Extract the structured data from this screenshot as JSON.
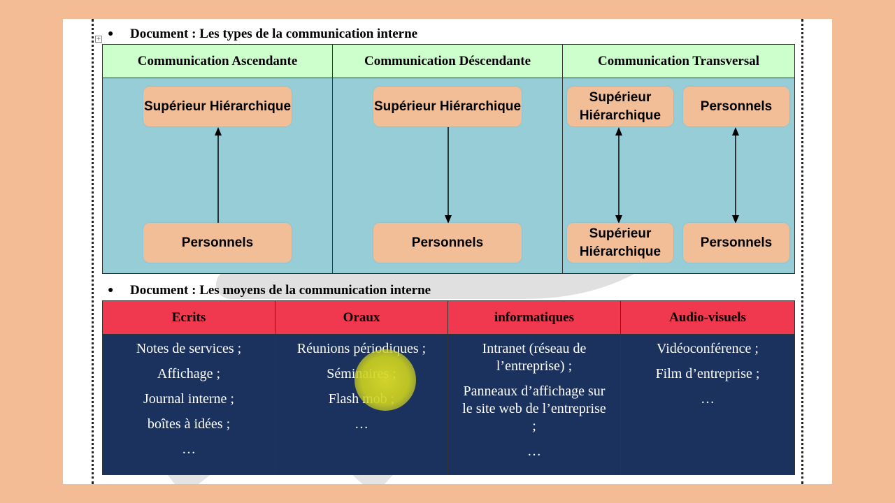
{
  "section1": {
    "heading": "Document : Les types de la communication interne",
    "columns": [
      {
        "title": "Communication Ascendante",
        "top_box": "Supérieur Hiérarchique",
        "bottom_box": "Personnels",
        "arrow": "up"
      },
      {
        "title": "Communication Déscendante",
        "top_box": "Supérieur Hiérarchique",
        "bottom_box": "Personnels",
        "arrow": "down"
      },
      {
        "title": "Communication Transversal",
        "top_left_box": "Supérieur Hiérarchique",
        "top_right_box": "Personnels",
        "bottom_left_box": "Supérieur Hiérarchique",
        "bottom_right_box": "Personnels",
        "arrow": "both"
      }
    ]
  },
  "section2": {
    "heading": "Document : Les moyens de la communication interne",
    "columns": [
      {
        "title": "Ecrits",
        "items": [
          "Notes de services ;",
          "Affichage ;",
          "Journal interne ;",
          "boîtes à idées ;",
          "…"
        ]
      },
      {
        "title": "Oraux",
        "items": [
          "Réunions périodiques ;",
          "Séminaires ;",
          "Flash mob ;",
          "…"
        ]
      },
      {
        "title": "informatiques",
        "items": [
          "Intranet (réseau de l’entreprise) ;",
          "Panneaux d’affichage sur le site web de l’entreprise ;",
          "…"
        ]
      },
      {
        "title": "Audio-visuels",
        "items": [
          "Vidéoconférence ;",
          "Film d’entreprise ;",
          "…"
        ]
      }
    ]
  },
  "icons": {
    "bullet": "bullet-icon",
    "move_handle": "table-move-handle-icon"
  },
  "colors": {
    "background": "#f3bc94",
    "table1_header": "#ccffcc",
    "table1_body": "#96cdd7",
    "box": "#f2be98",
    "table2_header": "#f0384f",
    "table2_body": "#1c325e",
    "highlight": "#d4d628"
  }
}
